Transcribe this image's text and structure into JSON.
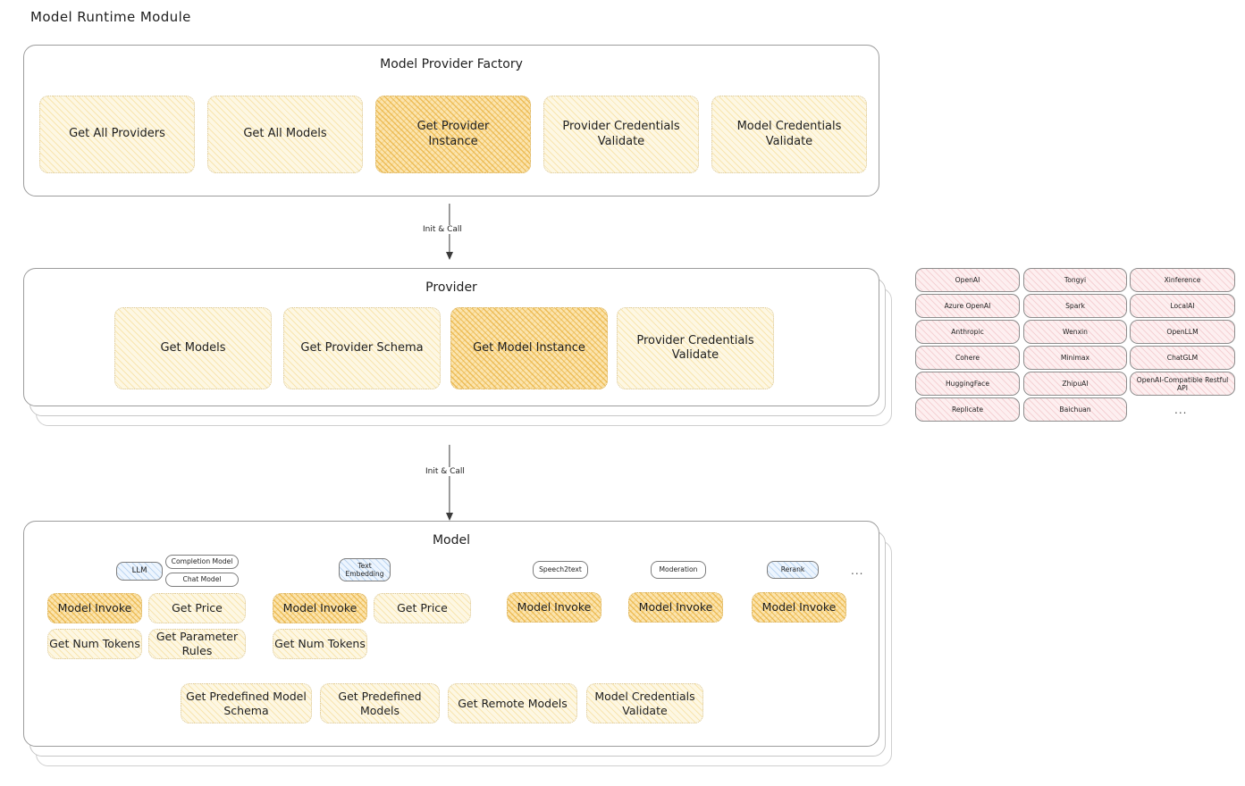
{
  "page": {
    "title": "Model Runtime Module"
  },
  "factory": {
    "title": "Model Provider Factory",
    "methods": [
      {
        "label": "Get All Providers",
        "highlight": false
      },
      {
        "label": "Get All Models",
        "highlight": false
      },
      {
        "label": "Get Provider\nInstance",
        "highlight": true
      },
      {
        "label": "Provider Credentials\nValidate",
        "highlight": false
      },
      {
        "label": "Model Credentials\nValidate",
        "highlight": false
      }
    ]
  },
  "arrows": [
    {
      "label": "Init & Call",
      "from": "Model Provider Factory",
      "to": "Provider"
    },
    {
      "label": "Init & Call",
      "from": "Provider",
      "to": "Model"
    }
  ],
  "provider": {
    "title": "Provider",
    "methods": [
      {
        "label": "Get Models",
        "highlight": false
      },
      {
        "label": "Get Provider Schema",
        "highlight": false
      },
      {
        "label": "Get Model Instance",
        "highlight": true
      },
      {
        "label": "Provider Credentials\nValidate",
        "highlight": false
      }
    ]
  },
  "provider_list": {
    "columns": [
      [
        "OpenAI",
        "Azure OpenAI",
        "Anthropic",
        "Cohere",
        "HuggingFace",
        "Replicate"
      ],
      [
        "Tongyi",
        "Spark",
        "Wenxin",
        "Minimax",
        "ZhipuAI",
        "Baichuan"
      ],
      [
        "Xinference",
        "LocalAI",
        "OpenLLM",
        "ChatGLM",
        "OpenAI-Compatible Restful API"
      ]
    ],
    "more": "..."
  },
  "model": {
    "title": "Model",
    "more": "...",
    "types": [
      {
        "name": "LLM",
        "style": "blue",
        "subtypes": [
          "Completion Model",
          "Chat Model"
        ],
        "methods": [
          {
            "label": "Model Invoke",
            "highlight": true
          },
          {
            "label": "Get Price",
            "highlight": false
          },
          {
            "label": "Get Num Tokens",
            "highlight": false
          },
          {
            "label": "Get Parameter\nRules",
            "highlight": false
          }
        ]
      },
      {
        "name": "Text\nEmbedding",
        "style": "blue",
        "subtypes": [],
        "methods": [
          {
            "label": "Model Invoke",
            "highlight": true
          },
          {
            "label": "Get Price",
            "highlight": false
          },
          {
            "label": "Get Num Tokens",
            "highlight": false
          }
        ]
      },
      {
        "name": "Speech2text",
        "style": "white",
        "subtypes": [],
        "methods": [
          {
            "label": "Model Invoke",
            "highlight": true
          }
        ]
      },
      {
        "name": "Moderation",
        "style": "white",
        "subtypes": [],
        "methods": [
          {
            "label": "Model Invoke",
            "highlight": true
          }
        ]
      },
      {
        "name": "Rerank",
        "style": "blue",
        "subtypes": [],
        "methods": [
          {
            "label": "Model Invoke",
            "highlight": true
          }
        ]
      }
    ],
    "common_methods": [
      {
        "label": "Get Predefined Model\nSchema"
      },
      {
        "label": "Get Predefined\nModels"
      },
      {
        "label": "Get Remote Models"
      },
      {
        "label": "Model Credentials\nValidate"
      }
    ]
  },
  "colors": {
    "yellow_fill": "#fdf7e3",
    "amber_fill": "#fbe4ae",
    "pink_fill": "#fdeff0",
    "blue_fill": "#edf5fe",
    "stroke": "#1e1e1e"
  }
}
